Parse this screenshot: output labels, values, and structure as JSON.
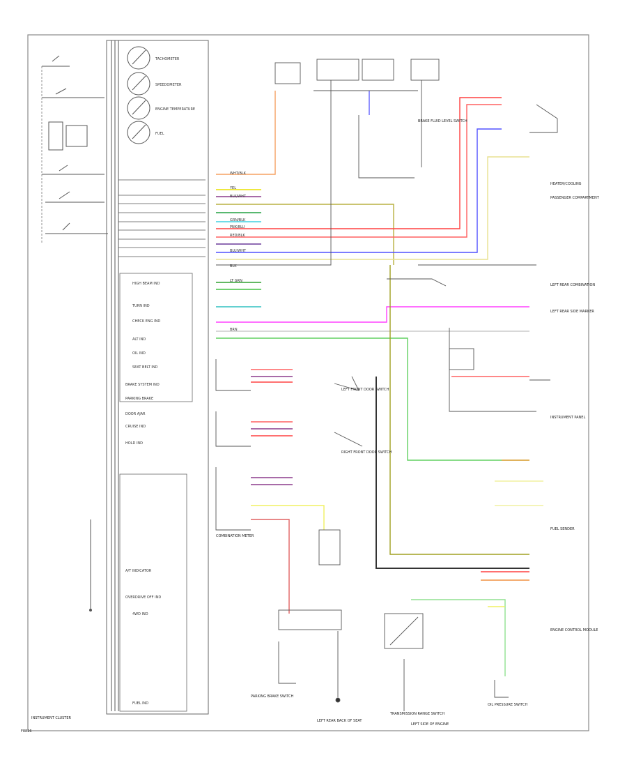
{
  "diagram": {
    "footer_label": "INSTRUMENT CLUSTER",
    "page_code": "F8826",
    "gauges": [
      {
        "label": "TACHOMETER"
      },
      {
        "label": "SPEEDOMETER"
      },
      {
        "label": "ENGINE TEMPERATURE"
      },
      {
        "label": "FUEL"
      }
    ],
    "cluster_rows": [
      "HIGH BEAM IND",
      "TURN IND",
      "CHECK ENG IND",
      "ALT IND",
      "OIL IND",
      "SEAT BELT IND",
      "BRAKE SYSTEM IND",
      "PARKING BRAKE",
      "DOOR AJAR",
      "CRUISE IND",
      "HOLD IND",
      "A/T INDICATOR",
      "OVERDRIVE OFF IND",
      "4WD IND",
      "FUEL IND"
    ],
    "connector_labels": [
      "WHT/BLK",
      "YEL",
      "BLK/WHT",
      "GRN/BLK",
      "PNK/BLU",
      "RED/BLK",
      "LT GRN",
      "BRN",
      "BLU/WHT",
      "BLK"
    ],
    "right_labels": [
      "HEATER/COOLING",
      "PASSENGER COMPARTMENT",
      "LEFT REAR COMBINATION",
      "LEFT REAR SIDE MARKER",
      "INSTRUMENT PANEL",
      "FUEL SENDER",
      "ENGINE CONTROL MODULE"
    ],
    "bottom_labels": [
      "PARKING BRAKE SWITCH",
      "LEFT REAR BACK OF SEAT",
      "TRANSMISSION RANGE SWITCH",
      "LEFT SIDE OF ENGINE",
      "OIL PRESSURE SWITCH"
    ],
    "mid_labels": [
      "BRAKE FLUID LEVEL SWITCH",
      "LEFT FRONT DOOR SWITCH",
      "RIGHT FRONT DOOR SWITCH",
      "COMBINATION METER"
    ]
  }
}
